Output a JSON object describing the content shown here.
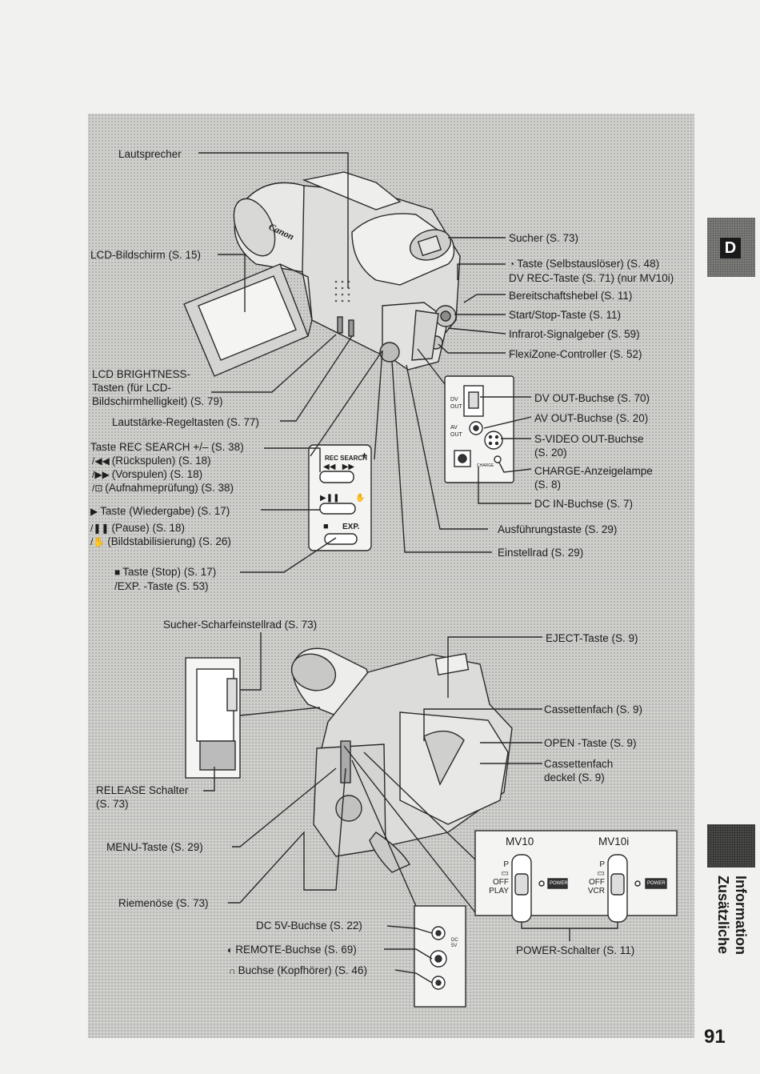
{
  "side_tab": {
    "letter": "D"
  },
  "section": {
    "line1": "Zusätzliche",
    "line2": "Information"
  },
  "page_number": "91",
  "top_view": {
    "labels": {
      "lautsprecher": "Lautsprecher",
      "lcd_screen": "LCD-Bildschirm  (S. 15)",
      "lcd_brightness": [
        "LCD BRIGHTNESS-",
        "Tasten (für LCD-",
        "Bildschirmhelligkeit) (S. 79)"
      ],
      "volume": "Lautstärke-Regeltasten (S. 77)",
      "rec_search": "Taste REC SEARCH +/– (S. 38)",
      "rewind": "(Rückspulen) (S. 18)",
      "forward": "(Vorspulen) (S. 18)",
      "rec_review": "(Aufnahmeprüfung) (S. 38)",
      "play": "Taste (Wiedergabe) (S. 17)",
      "pause": "(Pause) (S. 18)",
      "stabilizer": "(Bildstabilisierung) (S. 26)",
      "stop": [
        "Taste (Stop) (S. 17)",
        "/EXP. -Taste (S. 53)"
      ],
      "finder": "Sucher (S. 73)",
      "selftimer": [
        "Taste (Selbstauslöser) (S. 48)",
        "DV REC-Taste (S. 71) (nur MV10i)"
      ],
      "mode_lever": "Bereitschaftshebel (S. 11)",
      "start_stop": "Start/Stop-Taste (S. 11)",
      "ir": "Infrarot-Signalgeber (S. 59)",
      "flexizone": "FlexiZone-Controller (S. 52)",
      "dv_out": "DV OUT-Buchse (S. 70)",
      "av_out": "AV OUT-Buchse (S. 20)",
      "svideo": [
        "S-VIDEO OUT-Buchse",
        "(S. 20)"
      ],
      "charge": [
        "CHARGE-Anzeigelampe",
        "(S. 8)"
      ],
      "dc_in": "DC IN-Buchse (S. 7)",
      "execute": "Ausführungstaste (S. 29)",
      "dial": "Einstellrad (S. 29)"
    },
    "inset_buttons": {
      "rec_search": "REC SEARCH",
      "exp": "EXP."
    },
    "jack_inset": {
      "dv": "DV",
      "out": "OUT",
      "av": "AV",
      "charge": "CHARGE"
    }
  },
  "bottom_view": {
    "labels": {
      "focus": "Sucher-Scharfeinstellrad  (S. 73)",
      "release": [
        "RELEASE Schalter",
        "(S. 73)"
      ],
      "menu": "MENU-Taste (S. 29)",
      "strap": "Riemenöse (S. 73)",
      "dc5v": "DC 5V-Buchse  (S. 22)",
      "remote": "REMOTE-Buchse (S. 69)",
      "headphones": "Buchse (Kopfhörer) (S. 46)",
      "eject": "EJECT-Taste (S. 9)",
      "cassette": "Cassettenfach (S. 9)",
      "open": "OPEN -Taste (S. 9)",
      "cover": [
        "Cassettenfach",
        "deckel (S. 9)"
      ],
      "power": "POWER-Schalter (S. 11)"
    },
    "switch_models": {
      "left": "MV10",
      "right": "MV10i"
    },
    "switch_left": {
      "p": "P",
      "off": "OFF",
      "play": "PLAY"
    },
    "switch_right": {
      "p": "P",
      "off": "OFF",
      "vcr": "VCR"
    },
    "power_tag": "POWER",
    "jack_panel": {
      "dc": "DC",
      "v5": "5V"
    }
  }
}
